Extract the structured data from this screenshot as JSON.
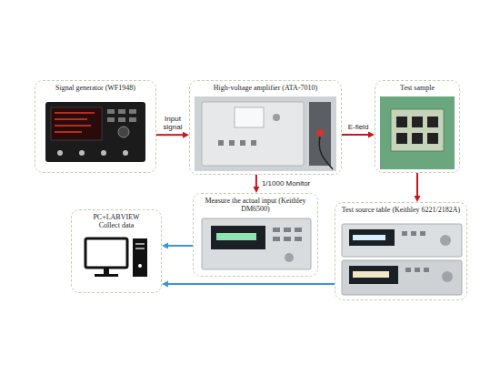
{
  "diagram": {
    "nodes": [
      {
        "text": [
          "Signal generator (WF1948)"
        ]
      },
      {
        "text": [
          "High-voltage amplifier (ATA-7010)"
        ]
      },
      {
        "text": [
          "Test sample"
        ]
      },
      {
        "text": [
          "PC+LABVIEW Collect data"
        ]
      },
      {
        "text": [
          "Measure the actual input (Keithley DM6500)"
        ]
      },
      {
        "text": [
          "Test source table (Keithley 6221/2182A)"
        ]
      }
    ],
    "edges": [
      {
        "from": 0,
        "to": 1,
        "label": "Input signal",
        "arrow": "to"
      },
      {
        "from": 1,
        "to": 2,
        "label": "E-field",
        "arrow": "to"
      },
      {
        "from": 1,
        "to": 4,
        "label": "1/1000 Monitor",
        "arrow": "to"
      },
      {
        "from": 2,
        "to": 5,
        "arrow": "to"
      },
      {
        "from": 4,
        "to": 3,
        "arrow": "to"
      },
      {
        "from": 5,
        "to": 3,
        "arrow": "to"
      }
    ]
  }
}
